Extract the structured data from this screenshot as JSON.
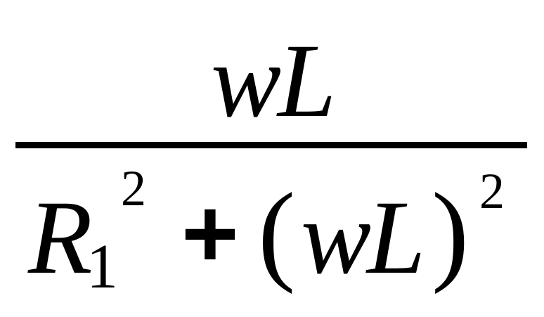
{
  "numerator": {
    "w": "w",
    "L": "L"
  },
  "denominator": {
    "R": "R",
    "R_subscript": "1",
    "R_exponent": "2",
    "plus": "+",
    "open_paren": "(",
    "w": "w",
    "L": "L",
    "close_paren": ")",
    "paren_exponent": "2"
  }
}
